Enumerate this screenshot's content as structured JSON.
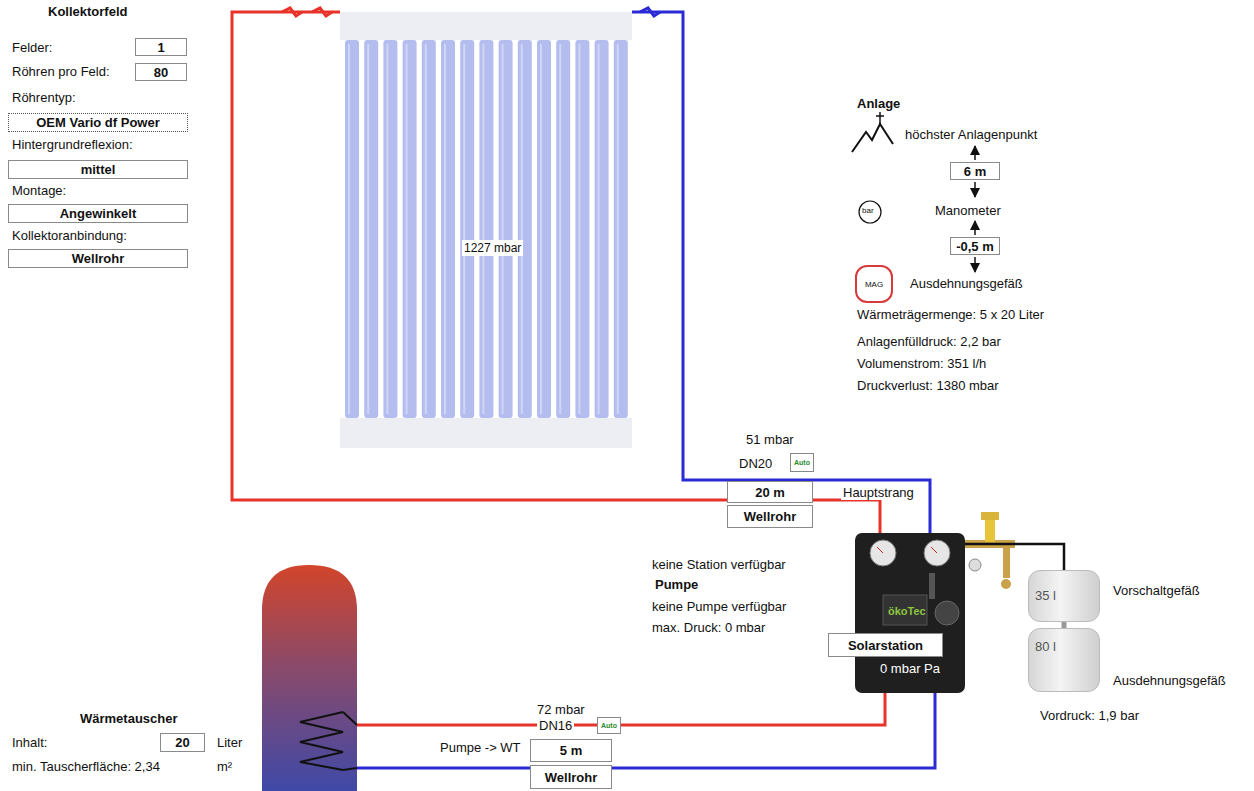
{
  "diagram": {
    "nodes": [
      {
        "text": [
          "1"
        ]
      },
      {
        "text": [
          "80"
        ]
      },
      {
        "text": [
          "OEM Vario df Power"
        ]
      },
      {
        "text": [
          "mittel"
        ]
      },
      {
        "text": [
          "Angewinkelt"
        ]
      },
      {
        "text": [
          "Wellrohr"
        ]
      },
      {
        "text": [
          "1227 mbar"
        ]
      },
      {
        "text": [
          "6 m"
        ]
      },
      {
        "text": [
          "-0,5 m"
        ]
      },
      {
        "text": [
          "MAG"
        ]
      },
      {
        "text": [
          "Auto"
        ]
      },
      {
        "text": [
          "20 m"
        ]
      },
      {
        "text": [
          "Wellrohr"
        ]
      },
      {
        "text": [
          "0 mbar Pa"
        ]
      },
      {
        "text": [
          "Solarstation"
        ],
        "in": 13
      },
      {
        "text": [
          "35 l",
          "Vorschaltgefäß"
        ]
      },
      {
        "text": [
          "80 l",
          "Ausdehnungsgefäß"
        ]
      },
      {
        "text": [
          "Auto"
        ]
      },
      {
        "text": [
          "5 m"
        ]
      },
      {
        "text": [
          "Wellrohr"
        ]
      },
      {
        "text": [
          "20"
        ]
      }
    ],
    "edges": [
      {
        "from": 6,
        "to": 13,
        "arrow": "none"
      },
      {
        "from": 13,
        "to": 6,
        "arrow": "none"
      },
      {
        "from": 13,
        "to": 15,
        "arrow": "none"
      },
      {
        "from": 15,
        "to": 16,
        "arrow": "none"
      }
    ],
    "labels": [
      "Kollektorfeld",
      "Felder:",
      "Röhren pro Feld:",
      "Röhrentyp:",
      "Hintergrundreflexion:",
      "Montage:",
      "Kollektoranbindung:",
      "Anlage",
      "höchster Anlagenpunkt",
      "bar",
      "Manometer",
      "Ausdehnungsgefäß",
      "Wärmeträgermenge: 5 x 20 Liter",
      "Anlagenfülldruck: 2,2 bar",
      "Volumenstrom: 351 l/h",
      "Druckverlust: 1380 mbar",
      "51 mbar",
      "DN20",
      "Hauptstrang",
      "keine Station verfügbar",
      "Pumpe",
      "keine Pumpe verfügbar",
      "max. Druck: 0 mbar",
      "ökoTec",
      "Vordruck: 1,9 bar",
      "72 mbar",
      "DN16",
      "Pumpe -> WT",
      "Wärmetauscher",
      "Inhalt:",
      "Liter",
      "min. Tauscherfläche: 2,34",
      "m²"
    ]
  }
}
